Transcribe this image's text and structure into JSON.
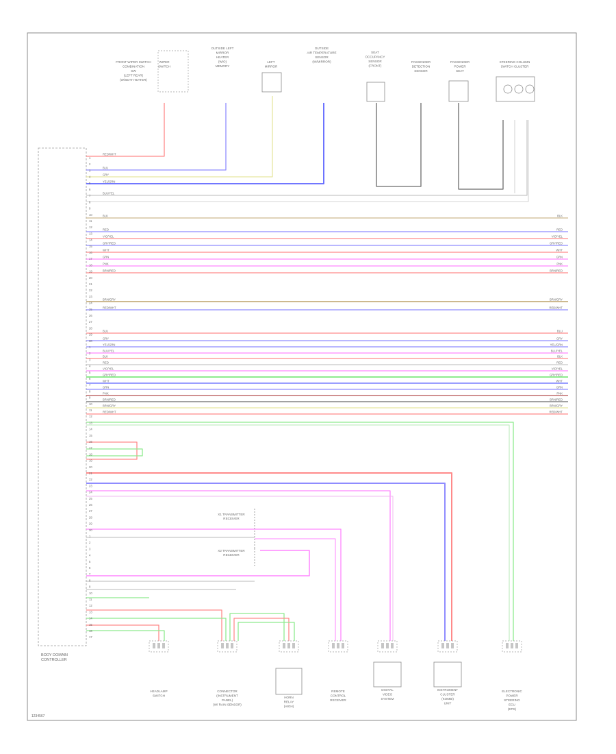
{
  "diagram": {
    "controller_label": [
      "BODY DOMAIN",
      "CONTROLLER"
    ],
    "footer_code": "1234567",
    "top_components": [
      [
        "FRONT WIPER SWITCH",
        "COMBINATION",
        "SW",
        "(LEFT REAR)",
        "(W/SEAT HEATER)"
      ],
      [
        "WIPER",
        "SWITCH"
      ],
      [
        "OUTSIDE LEFT",
        "MIRROR",
        "HEATER",
        "(W/O)",
        "MEMORY"
      ],
      [
        "LEFT",
        "MIRROR"
      ],
      [
        "OUTSIDE",
        "AIR TEMPERATURE",
        "SENSOR",
        "(W/MIRROR)"
      ],
      [
        "SEAT",
        "OCCUPANCY",
        "SENSOR",
        "(FRONT)"
      ],
      [
        "PASSENGER",
        "DETECTION",
        "SENSOR"
      ],
      [
        "PASSENGER",
        "POWER",
        "SEAT"
      ],
      [
        "STEERING COLUMN",
        "SWITCH CLUSTER"
      ]
    ],
    "bottom_components": [
      [
        "HEADLAMP",
        "SWITCH"
      ],
      [
        "CONNECTOR",
        "(INSTRUMENT",
        "PANEL)",
        "(W/ RAIN SENSOR)"
      ],
      [
        "HORN",
        "RELAY",
        "(HIGH)"
      ],
      [
        "REMOTE",
        "CONTROL",
        "RECEIVER"
      ],
      [
        "DIGITAL",
        "VIDEO",
        "SYSTEM"
      ],
      [
        "INSTRUMENT",
        "CLUSTER",
        "(KOMBI)",
        "UNIT"
      ],
      [
        "ELECTRONIC",
        "POWER",
        "STEERING",
        "ECU",
        "(EPS)"
      ]
    ],
    "mid_labels": [
      "X1 TRANSMITTER",
      "RECEIVER",
      "X2 TRANSMITTER",
      "RECEIVER"
    ],
    "wire_codes": [
      "RED/WHT",
      "BLU",
      "GRY",
      "YEL/GRN",
      "BLU/YEL",
      "BLK",
      "RED",
      "VIO/YEL",
      "GRY/RED",
      "WHT",
      "GRN",
      "PNK",
      "BRN/RED",
      "BRN/GRY"
    ]
  }
}
